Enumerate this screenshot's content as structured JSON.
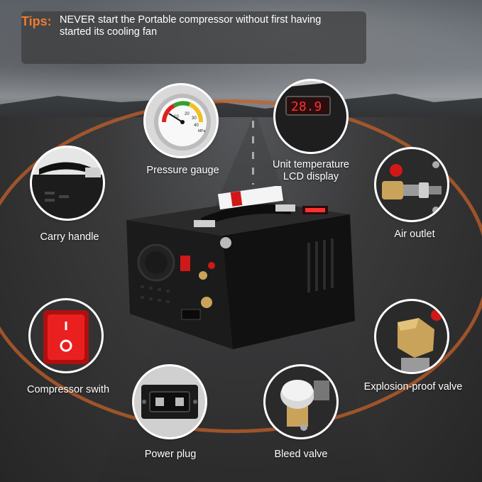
{
  "tips": {
    "label": "Tips:",
    "text": "NEVER start the Portable compressor without first having started its cooling fan"
  },
  "features": {
    "pressure_gauge": "Pressure gauge",
    "lcd_display_line1": "Unit temperature",
    "lcd_display_line2": "LCD display",
    "carry_handle": "Carry handle",
    "air_outlet": "Air outlet",
    "compressor_switch": "Compressor swith",
    "explosion_proof_valve": "Explosion-proof valve",
    "power_plug": "Power plug",
    "bleed_valve": "Bleed valve"
  },
  "gauge": {
    "ticks": [
      "10",
      "20",
      "30",
      "40"
    ],
    "unit": "MPa"
  },
  "lcd": {
    "reading": "28.9"
  },
  "colors": {
    "accent": "#f07a30",
    "ring": "#c46028",
    "switch": "#e01818"
  }
}
